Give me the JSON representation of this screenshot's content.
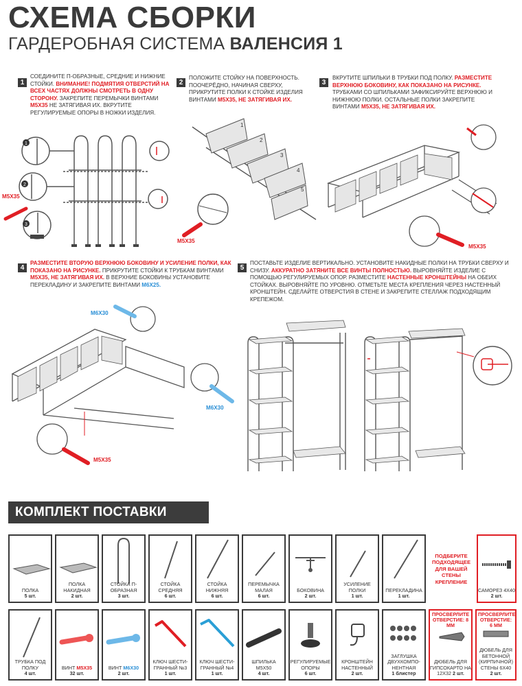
{
  "header": {
    "title": "СХЕМА СБОРКИ",
    "subtitle_prefix": "ГАРДЕРОБНАЯ СИСТЕМА",
    "subtitle_bold": "ВАЛЕНСИЯ 1"
  },
  "steps": [
    {
      "num": "1",
      "p1": "СОЕДИНИТЕ П-ОБРАЗНЫЕ, СРЕДНИЕ И НИЖНИЕ СТОЙКИ.",
      "p2_red": "ВНИМАНИЕ! ПОДМЯТИЯ ОТВЕРСТИЙ НА ВСЕХ ЧАСТЯХ ДОЛЖНЫ СМОТРЕТЬ В ОДНУ СТОРОНУ.",
      "p3": "ЗАКРЕПИТЕ ПЕРЕМЫЧКИ ВИНТАМИ",
      "p3_red": "M5x35",
      "p4": "НЕ ЗАТЯГИВАЯ ИХ. ВКРУТИТЕ РЕГУЛИРУЕМЫЕ ОПОРЫ В НОЖКИ ИЗДЕЛИЯ."
    },
    {
      "num": "2",
      "p1": "ПОЛОЖИТЕ СТОЙКУ НА ПОВЕРХНОСТЬ. ПООЧЕРЁДНО, НАЧИНАЯ СВЕРХУ, ПРИКРУТИТЕ ПОЛКИ К СТОЙКЕ ИЗДЕЛИЯ ВИНТАМИ",
      "p1_red": "M5x35, НЕ ЗАТЯГИВАЯ ИХ."
    },
    {
      "num": "3",
      "p1": "ВКРУТИТЕ ШПИЛЬКИ В ТРУБКИ ПОД ПОЛКУ.",
      "p1_red": "РАЗМЕСТИТЕ ВЕРХНЮЮ БОКОВИНУ, КАК ПОКАЗАНО НА РИСУНКЕ.",
      "p2": "ТРУБКАМИ СО ШПИЛЬКАМИ ЗАФИКСИРУЙТЕ ВЕРХНЮЮ И НИЖНЮЮ ПОЛКИ. ОСТАЛЬНЫЕ ПОЛКИ ЗАКРЕПИТЕ ВИНТАМИ",
      "p2_red": "M5x35, НЕ ЗАТЯГИВАЯ ИХ."
    },
    {
      "num": "4",
      "p1_red": "РАЗМЕСТИТЕ ВТОРУЮ ВЕРХНЮЮ БОКОВИНУ И УСИЛЕНИЕ ПОЛКИ, КАК ПОКАЗАНО НА РИСУНКЕ.",
      "p2": "ПРИКРУТИТЕ СТОЙКИ К ТРУБКАМ ВИНТАМИ",
      "p2_red": "M5x35, НЕ ЗАТЯГИВАЯ ИХ.",
      "p3": "В ВЕРХНИЕ БОКОВИНЫ УСТАНОВИТЕ ПЕРЕКЛАДИНУ И ЗАКРЕПИТЕ ВИНТАМИ",
      "p3_blue": "M6x25."
    },
    {
      "num": "5",
      "p1": "ПОСТАВЬТЕ ИЗДЕЛИЕ ВЕРТИКАЛЬНО. УСТАНОВИТЕ НАКИДНЫЕ ПОЛКИ НА ТРУБКИ СВЕРХУ И СНИЗУ.",
      "p1_red": "АККУРАТНО ЗАТЯНИТЕ ВСЕ ВИНТЫ ПОЛНОСТЬЮ.",
      "p2": "ВЫРОВНЯЙТЕ ИЗДЕЛИЕ С ПОМОЩЬЮ РЕГУЛИРУЕМЫХ ОПОР. РАЗМЕСТИТЕ",
      "p2_red": "НАСТЕННЫЕ КРОНШТЕЙНЫ",
      "p3": "НА ОБЕИХ СТОЙКАХ. ВЫРОВНЯЙТЕ ПО УРОВНЮ. ОТМЕТЬТЕ МЕСТА КРЕПЛЕНИЯ ЧЕРЕЗ НАСТЕННЫЙ КРОНШТЕЙН. СДЕЛАЙТЕ ОТВЕРСТИЯ В СТЕНЕ И ЗАКРЕПИТЕ СТЕЛЛАЖ ПОДХОДЯЩИМ КРЕПЕЖОМ."
    }
  ],
  "callouts": {
    "m5x35": "M5x35",
    "m6x30": "M6x30"
  },
  "kit": {
    "title": "КОМПЛЕКТ ПОСТАВКИ",
    "row1": [
      {
        "name": "ПОЛКА",
        "qty": "5 шт."
      },
      {
        "name": "ПОЛКА НАКИДНАЯ",
        "qty": "2 шт."
      },
      {
        "name": "СТОЙКА П-ОБРАЗНАЯ",
        "qty": "3 шт."
      },
      {
        "name": "СТОЙКА СРЕДНЯЯ",
        "qty": "6 шт."
      },
      {
        "name": "СТОЙКА НИЖНЯЯ",
        "qty": "6 шт."
      },
      {
        "name": "ПЕРЕМЫЧКА МАЛАЯ",
        "qty": "6 шт."
      },
      {
        "name": "БОКОВИНА",
        "qty": "2 шт."
      },
      {
        "name": "УСИЛЕНИЕ ПОЛКИ",
        "qty": "1 шт."
      },
      {
        "name": "ПЕРЕКЛАДИНА",
        "qty": "1 шт."
      }
    ],
    "note": "ПОДБЕРИТЕ ПОДХОДЯЩЕЕ ДЛЯ ВАШЕЙ СТЕНЫ КРЕПЛЕНИЕ",
    "screw": {
      "name": "САМОРЕЗ 4x40",
      "qty": "2 шт."
    },
    "row2": [
      {
        "name": "ТРУБКА ПОД ПОЛКУ",
        "qty": "4 шт."
      },
      {
        "name": "ВИНТ",
        "spec": "M5x35",
        "qty": "32 шт."
      },
      {
        "name": "ВИНТ",
        "spec": "M6x30",
        "qty": "2 шт."
      },
      {
        "name": "КЛЮЧ ШЕСТИ-ГРАННЫЙ №3",
        "qty": "1 шт."
      },
      {
        "name": "КЛЮЧ ШЕСТИ-ГРАННЫЙ №4",
        "qty": "1 шт."
      },
      {
        "name": "ШПИЛЬКА M5x50",
        "qty": "4 шт."
      },
      {
        "name": "РЕГУЛИРУЕМЫЕ ОПОРЫ",
        "qty": "6 шт."
      },
      {
        "name": "КРОНШТЕЙН НАСТЕННЫЙ",
        "qty": "2 шт."
      },
      {
        "name": "ЗАГЛУШКА ДВУХКОМПО-НЕНТНАЯ",
        "qty": "1 блистер"
      }
    ],
    "dowel1": {
      "head": "ПРОСВЕРЛИТЕ ОТВЕРСТИЕ: 8 ММ",
      "name": "ДЮБЕЛЬ ДЛЯ ГИПСОКАРТО НА 12x32",
      "qty": "2 шт."
    },
    "dowel2": {
      "head": "ПРОСВЕРЛИТЕ ОТВЕРСТИЕ: 6 ММ",
      "name": "ДЮБЕЛЬ ДЛЯ БЕТОННОЙ (КИРПИЧНОЙ) СТЕНЫ 6x40",
      "qty": "2 шт."
    }
  },
  "colors": {
    "accent_red": "#e01e24",
    "accent_blue": "#2a8fd6",
    "dark": "#3a3a3a"
  }
}
